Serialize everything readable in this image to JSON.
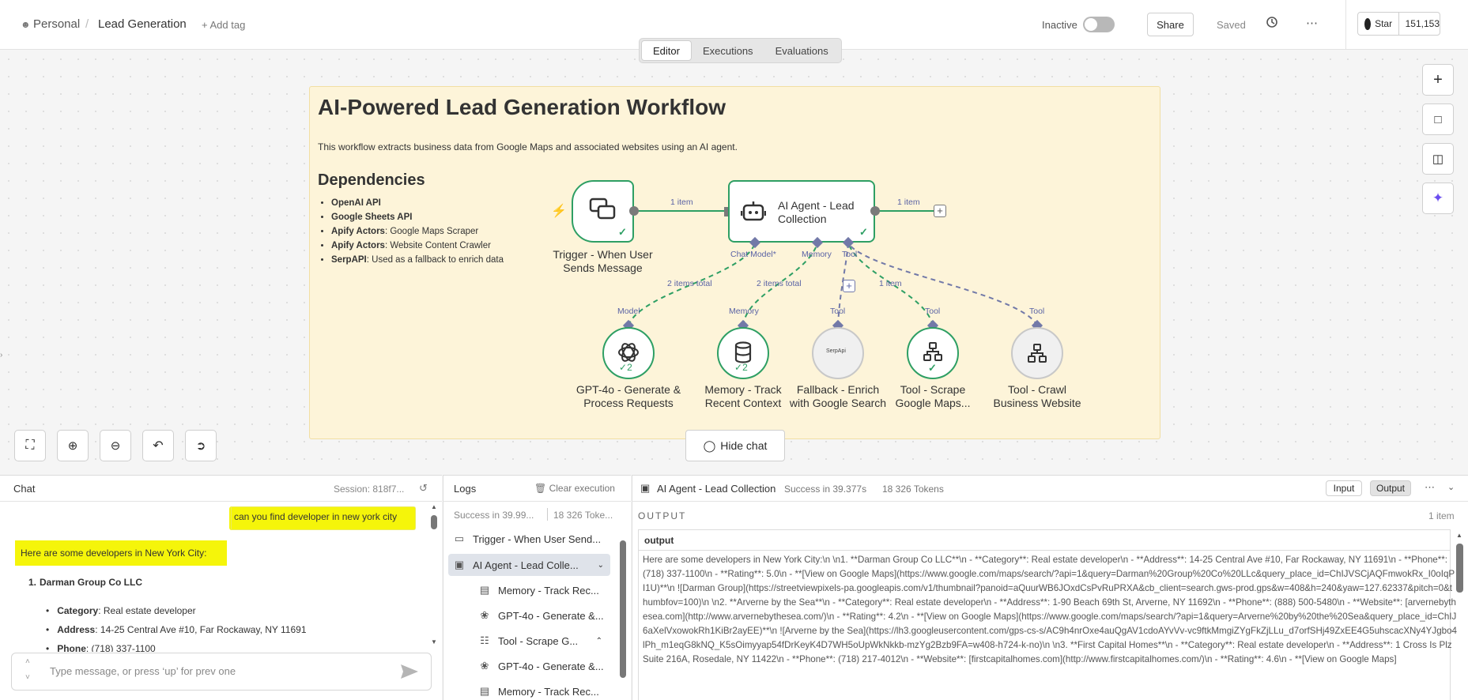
{
  "header": {
    "breadcrumb_project": "Personal",
    "breadcrumb_separator": "/",
    "workflow_name": "Lead Generation",
    "add_tag": "+ Add tag",
    "status_label": "Inactive",
    "share": "Share",
    "saved": "Saved",
    "github_star": "Star",
    "github_count": "151,153"
  },
  "tabs": [
    "Editor",
    "Executions",
    "Evaluations"
  ],
  "sticky": {
    "title": "AI-Powered Lead Generation Workflow",
    "description": "This workflow extracts business data from Google Maps and associated websites using an AI agent.",
    "deps_title": "Dependencies",
    "deps": [
      {
        "name": "OpenAI API",
        "rest": ""
      },
      {
        "name": "Google Sheets API",
        "rest": ""
      },
      {
        "name": "Apify Actors",
        "rest": ": Google Maps Scraper"
      },
      {
        "name": "Apify Actors",
        "rest": ": Website Content Crawler"
      },
      {
        "name": "SerpAPI",
        "rest": ": Used as a fallback to enrich data"
      }
    ]
  },
  "nodes": {
    "trigger": "Trigger - When User Sends Message",
    "agent": "AI Agent - Lead Collection",
    "gpt": "GPT-4o - Generate & Process Requests",
    "memory": "Memory - Track Recent Context",
    "serp": "Fallback - Enrich with Google Search",
    "scrape": "Tool - Scrape Google Maps...",
    "crawl": "Tool - Crawl Business Website",
    "serp_logo": "SerpApi",
    "gpt_count": "2",
    "memory_count": "2"
  },
  "connections": {
    "trigger_to_agent": "1 item",
    "agent_out": "1 item",
    "model_items": "2 items total",
    "memory_items": "2 items total",
    "tool_items": "1 item",
    "agent_chat_model": "Chat Model*",
    "agent_memory": "Memory",
    "agent_tool": "Tool",
    "model_in": "Model",
    "memory_in": "Memory",
    "tool_in": "Tool"
  },
  "canvas": {
    "hide_chat": "Hide chat"
  },
  "chat": {
    "title": "Chat",
    "session": "Session: 818f7...",
    "user_message": "can you find developer in new york city",
    "bot_intro": "Here are some developers in New York City:",
    "item_title": "Darman Group Co LLC",
    "item_number": "1.",
    "category_label": "Category",
    "category_value": ": Real estate developer",
    "address_label": "Address",
    "address_value": ": 14-25 Central Ave #10, Far Rockaway, NY 11691",
    "phone_label": "Phone",
    "phone_value": ": (718) 337-1100",
    "input_placeholder": "Type message, or press ‘up’ for prev one"
  },
  "logs": {
    "title": "Logs",
    "clear": "Clear execution",
    "summary": "Success in 39.99...",
    "tokens": "18 326 Toke...",
    "items": [
      "Trigger - When User Send...",
      "AI Agent - Lead Colle...",
      "Memory - Track Rec...",
      "GPT-4o - Generate &...",
      "Tool - Scrape G...",
      "GPT-4o - Generate &...",
      "Memory - Track Rec..."
    ]
  },
  "output": {
    "node_name": "AI Agent - Lead Collection",
    "status": "Success in 39.377s",
    "tokens": "18 326 Tokens",
    "input_btn": "Input",
    "output_btn": "Output",
    "section_label": "OUTPUT",
    "item_count": "1 item",
    "field": "output",
    "text": "Here are some developers in New York City:\\n \\n1. **Darman Group Co LLC**\\n   - **Category**: Real estate developer\\n   - **Address**: 14-25 Central Ave #10, Far Rockaway, NY 11691\\n   - **Phone**: (718) 337-1100\\n   - **Rating**: 5.0\\n   - **[View on Google Maps](https://www.google.com/maps/search/?api=1&query=Darman%20Group%20Co%20LLc&query_place_id=ChIJVSCjAQFmwokRx_I0oIqPI1U)**\\n   ![Darman Group](https://streetviewpixels-pa.googleapis.com/v1/thumbnail?panoid=aQuurWB6JOxdCsPvRuPRXA&cb_client=search.gws-prod.gps&w=408&h=240&yaw=127.62337&pitch=0&thumbfov=100)\\n \\n2. **Arverne by the Sea**\\n   - **Category**: Real estate developer\\n   - **Address**: 1-90 Beach 69th St, Arverne, NY 11692\\n   - **Phone**: (888) 500-5480\\n   - **Website**: [arvernebythesea.com](http://www.arvernebythesea.com/)\\n   - **Rating**: 4.2\\n   - **[View on Google Maps](https://www.google.com/maps/search/?api=1&query=Arverne%20by%20the%20Sea&query_place_id=ChIJ6aXelVxowokRh1KiBr2ayEE)**\\n   ![Arverne by the Sea](https://lh3.googleusercontent.com/gps-cs-s/AC9h4nrOxe4auQgAV1cdoAYvVv-vc9ftkMmgiZYgFkZjLLu_d7orfSHj49ZxEE4G5uhscacXNy4YJgbo4lPh_m1eqG8kNQ_K5sOimyyap54fDrKeyK4D7WH5oUpWkNkkb-mzYg2Bzb9FA=w408-h724-k-no)\\n \\n3. **First Capital Homes**\\n   - **Category**: Real estate developer\\n   - **Address**: 1 Cross Is Plz Suite 216A, Rosedale, NY 11422\\n   - **Phone**: (718) 217-4012\\n   - **Website**: [firstcapitalhomes.com](http://www.firstcapitalhomes.com/)\\n   - **Rating**: 4.6\\n   - **[View on Google Maps]"
  },
  "colors": {
    "accent_green": "#2e9f64",
    "port": "#7279a8",
    "sticky": "#fdf4d9",
    "highlight": "#f5f50a"
  }
}
